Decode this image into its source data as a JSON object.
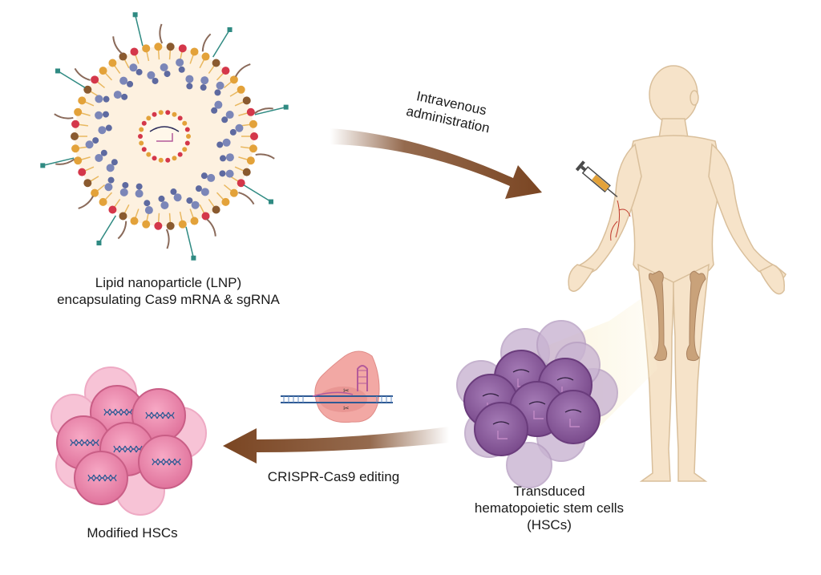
{
  "labels": {
    "lnp_line1": "Lipid nanoparticle (LNP)",
    "lnp_line2": "encapsulating Cas9 mRNA & sgRNA",
    "route_line1": "Intravenous",
    "route_line2": "administration",
    "hsc_line1": "Transduced",
    "hsc_line2": "hematopoietic stem cells",
    "hsc_line3": "(HSCs)",
    "editing": "CRISPR-Cas9 editing",
    "modified": "Modified HSCs"
  },
  "colors": {
    "arrow": "#7a4522",
    "skin": "#f6e3c9",
    "skin_outline": "#d9bf9b",
    "bone": "#c9a27a",
    "purple_cell": "#8a5a9b",
    "pink_cell": "#e87fa6",
    "lnp_core": "#fdf1e0",
    "lipid_red": "#d4374a",
    "lipid_orange": "#e3a23a",
    "lipid_brown": "#8a5a2f",
    "protein": "#7b86b8",
    "peg": "#2f8a82"
  }
}
